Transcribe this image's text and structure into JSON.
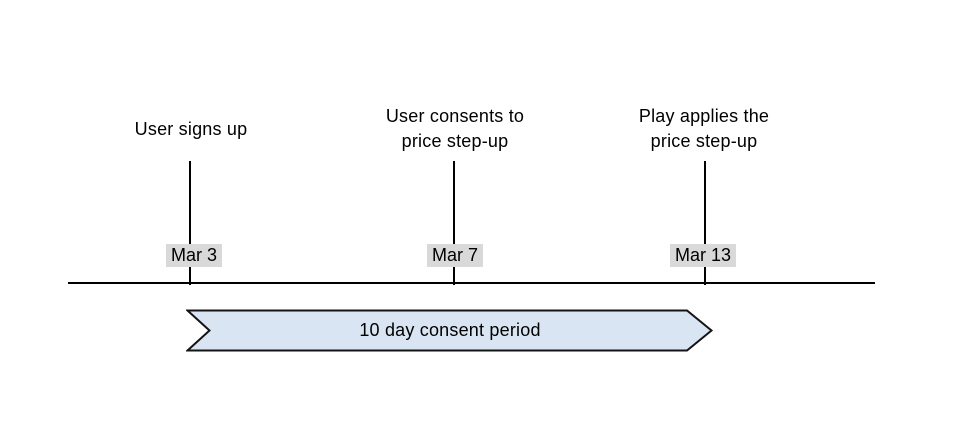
{
  "colors": {
    "banner_fill": "#d9e5f3",
    "banner_stroke": "#141414",
    "date_label_bg": "#d9d9d9",
    "line": "#000000",
    "text": "#000000",
    "background": "#ffffff"
  },
  "timeline": {
    "events": [
      {
        "label": "User signs up",
        "date": "Mar 3"
      },
      {
        "label": "User consents to\nprice step-up",
        "date": "Mar 7"
      },
      {
        "label": "Play applies the\nprice step-up",
        "date": "Mar 13"
      }
    ],
    "period": {
      "label": "10 day consent period"
    }
  }
}
